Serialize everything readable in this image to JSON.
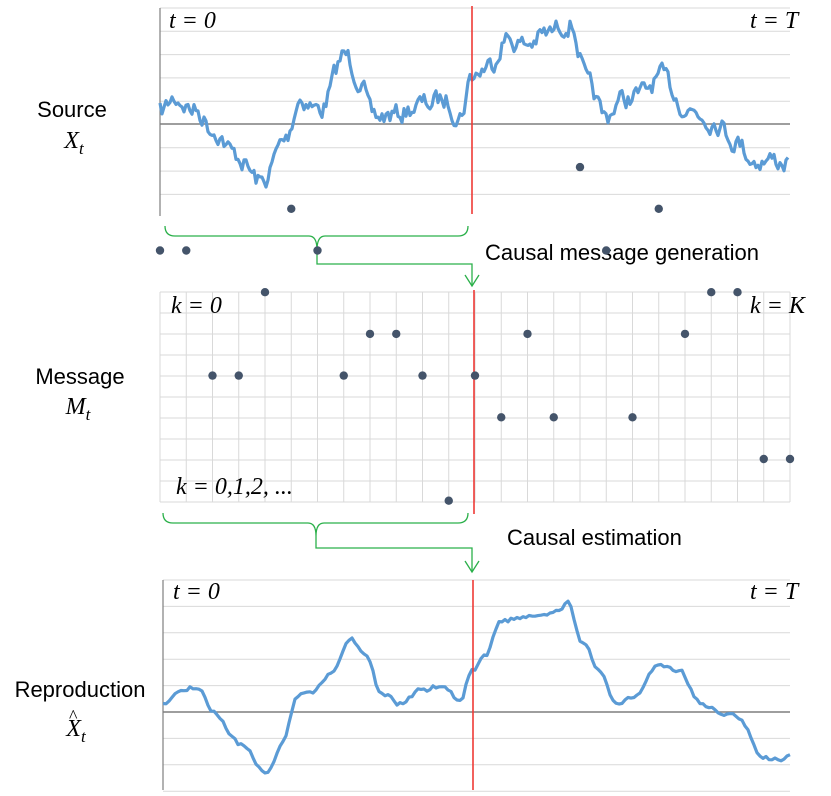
{
  "source": {
    "label": "Source",
    "var_base": "X",
    "var_sub": "t",
    "left_corner": "t = 0",
    "right_corner": "t = T"
  },
  "message": {
    "label": "Message",
    "var_base": "M",
    "var_sub": "t",
    "left_corner": "k = 0",
    "right_corner": "k = K",
    "index_note": "k = 0,1,2, ...",
    "levels": [
      5,
      5,
      2,
      2,
      4,
      6,
      5,
      2,
      3,
      3,
      2,
      -1,
      2,
      1,
      3,
      1,
      7,
      5,
      1,
      6,
      3,
      4,
      4,
      0,
      0
    ]
  },
  "reproduction": {
    "label": "Reproduction",
    "var_base": "X",
    "var_hat": "^",
    "var_sub": "t",
    "left_corner": "t = 0",
    "right_corner": "t = T"
  },
  "arrows": {
    "first": "Causal message generation",
    "second": "Causal estimation"
  },
  "colors": {
    "signal": "#5b9bd5",
    "current_time": "#ee3a36",
    "brace": "#2bb04a",
    "dot": "#44546a",
    "grid": "#d9d9d9",
    "axis": "#7f7f7f"
  }
}
